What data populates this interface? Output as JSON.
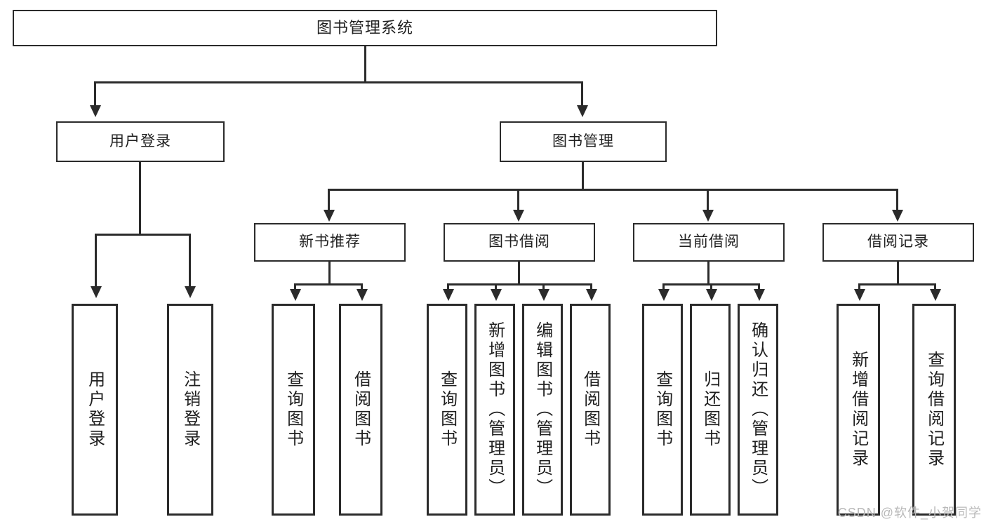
{
  "diagram": {
    "type": "tree-hierarchy",
    "title": "图书管理系统",
    "root": {
      "label": "图书管理系统"
    },
    "level2": [
      {
        "id": "user-login",
        "label": "用户登录"
      },
      {
        "id": "book-manage",
        "label": "图书管理"
      }
    ],
    "level3": [
      {
        "id": "new-book-recommend",
        "label": "新书推荐"
      },
      {
        "id": "book-borrow",
        "label": "图书借阅"
      },
      {
        "id": "current-borrow",
        "label": "当前借阅"
      },
      {
        "id": "borrow-record",
        "label": "借阅记录"
      }
    ],
    "leaves": {
      "user_login": [
        {
          "id": "leaf-user-login",
          "label": "用户登录"
        },
        {
          "id": "leaf-logout-login",
          "label": "注销登录"
        }
      ],
      "new_book_recommend": [
        {
          "id": "leaf-query-book-1",
          "label": "查询图书"
        },
        {
          "id": "leaf-borrow-book-1",
          "label": "借阅图书"
        }
      ],
      "book_borrow": [
        {
          "id": "leaf-query-book-2",
          "label": "查询图书"
        },
        {
          "id": "leaf-add-book",
          "label": "新增图书（管理员）"
        },
        {
          "id": "leaf-edit-book",
          "label": "编辑图书（管理员）"
        },
        {
          "id": "leaf-borrow-book-2",
          "label": "借阅图书"
        }
      ],
      "current_borrow": [
        {
          "id": "leaf-query-book-3",
          "label": "查询图书"
        },
        {
          "id": "leaf-return-book",
          "label": "归还图书"
        },
        {
          "id": "leaf-confirm-return",
          "label": "确认归还（管理员）"
        }
      ],
      "borrow_record": [
        {
          "id": "leaf-add-record",
          "label": "新增借阅记录"
        },
        {
          "id": "leaf-query-record",
          "label": "查询借阅记录"
        }
      ]
    },
    "colors": {
      "stroke": "#2b2b2b",
      "fill": "#ffffff",
      "text": "#1f1f1f",
      "watermark": "#b9b9b9"
    }
  },
  "watermark": {
    "text": "CSDN @软件_小贺同学"
  }
}
